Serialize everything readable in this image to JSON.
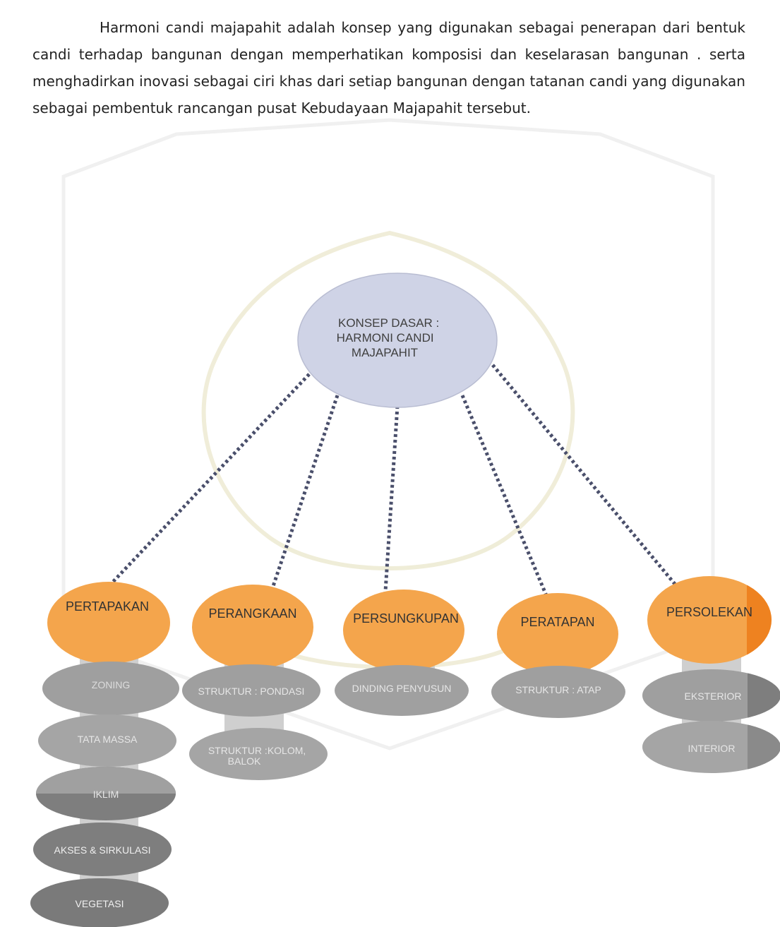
{
  "paragraph": {
    "text": "Harmoni candi majapahit adalah konsep yang digunakan sebagai penerapan dari bentuk candi terhadap bangunan dengan memperhatikan komposisi dan keselarasan bangunan . serta menghadirkan inovasi sebagai ciri khas dari setiap bangunan dengan tatanan candi yang digunakan sebagai pembentuk rancangan pusat Kebudayaan Majapahit tersebut."
  },
  "diagram": {
    "root": {
      "line1": "KONSEP DASAR :",
      "line2": "HARMONI CANDI",
      "line3": "MAJAPAHIT"
    },
    "branches": [
      {
        "label": "PERTAPAKAN",
        "items": [
          "ZONING",
          "TATA MASSA",
          "IKLIM",
          "AKSES & SIRKULASI",
          "VEGETASI"
        ]
      },
      {
        "label": "PERANGKAAN",
        "items": [
          "STRUKTUR : PONDASI",
          "STRUKTUR :KOLOM,",
          "BALOK"
        ]
      },
      {
        "label": "PERSUNGKUPAN",
        "items": [
          "DINDING PENYUSUN"
        ]
      },
      {
        "label": "PERATAPAN",
        "items": [
          "STRUKTUR : ATAP"
        ]
      },
      {
        "label": "PERSOLEKAN",
        "items": [
          "EKSTERIOR",
          "INTERIOR"
        ]
      }
    ]
  },
  "colors": {
    "root_fill": "#cfd3e6",
    "branch_fill": "#f4a54c",
    "item_fill": "#9a9a9a",
    "item_fill_dark": "#7e7e7e",
    "connector": "#4a4f6b",
    "stem": "#cfcfcf"
  }
}
